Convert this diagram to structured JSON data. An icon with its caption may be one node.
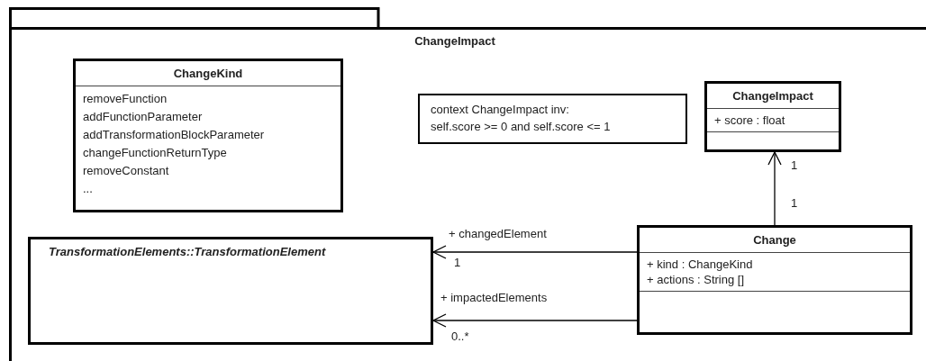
{
  "diagram": {
    "nodes": [
      {
        "text": [
          "ChangeImpact"
        ]
      },
      {
        "text": [
          "ChangeKind",
          "removeFunction",
          "addFunctionParameter",
          "addTransformationBlockParameter",
          "changeFunctionReturnType",
          "removeConstant",
          "..."
        ],
        "in": 0
      },
      {
        "text": [
          "context ChangeImpact inv:",
          "self.score >= 0 and self.score <= 1"
        ],
        "in": 0
      },
      {
        "text": [
          "ChangeImpact",
          "+ score : float"
        ],
        "in": 0
      },
      {
        "text": [
          "TransformationElements::TransformationElement"
        ],
        "in": 0
      },
      {
        "text": [
          "Change",
          "+ kind : ChangeKind",
          "+ actions : String []"
        ],
        "in": 0
      }
    ],
    "edges": [
      {
        "from": 5,
        "to": 3,
        "arrow": "to"
      },
      {
        "from": 5,
        "to": 4,
        "arrow": "to",
        "label": "+ changedElement"
      },
      {
        "from": 5,
        "to": 4,
        "arrow": "to",
        "label": "+ impactedElements"
      }
    ],
    "labels": [
      "1",
      "1",
      "1",
      "0..*"
    ]
  }
}
